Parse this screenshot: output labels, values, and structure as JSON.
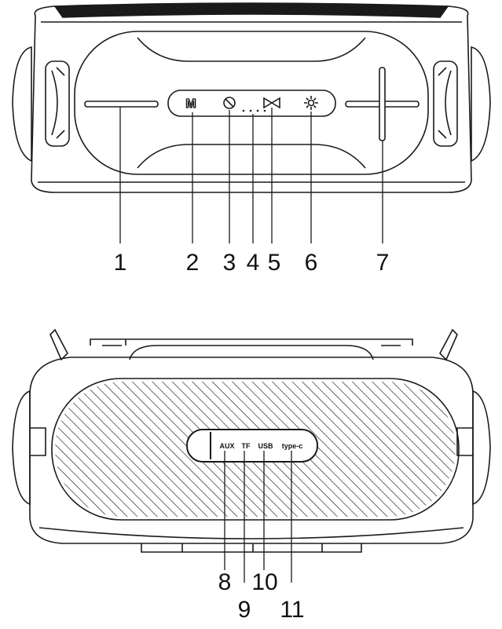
{
  "diagram": {
    "top_view": {
      "callouts": [
        "1",
        "2",
        "3",
        "4",
        "5",
        "6",
        "7"
      ],
      "button_letter": "M",
      "icons": [
        "minus-icon",
        "mode-icon",
        "mute-icon",
        "indicator-dots-icon",
        "bluetooth-pairing-icon",
        "light-icon",
        "plus-icon"
      ]
    },
    "front_view": {
      "ports": [
        "AUX",
        "TF",
        "USB",
        "type-c"
      ],
      "callouts": [
        "8",
        "9",
        "10",
        "11"
      ]
    },
    "colors": {
      "line": "#1a1a1a",
      "background": "#ffffff"
    }
  }
}
